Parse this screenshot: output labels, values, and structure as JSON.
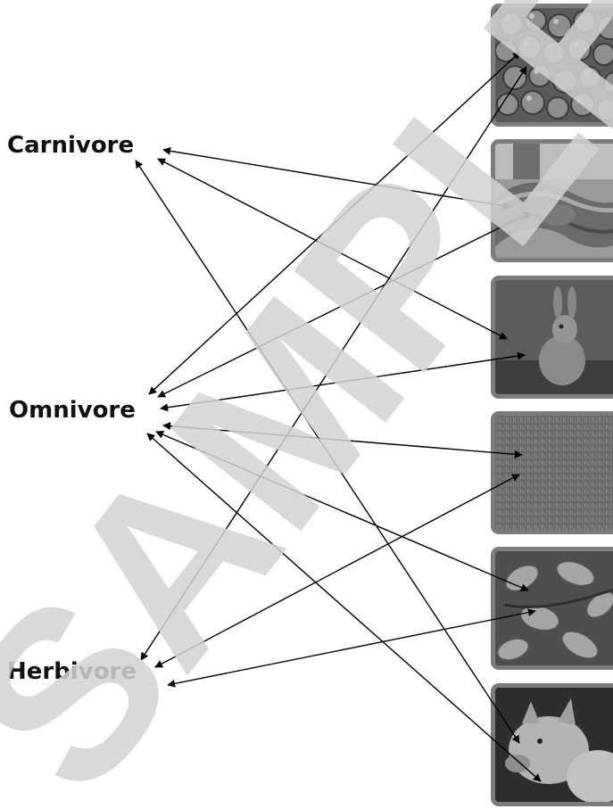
{
  "categories": {
    "carnivore": "Carnivore",
    "omnivore": "Omnivore",
    "herbivore": "Herbivore"
  },
  "watermark": "SAMPLE",
  "images": [
    {
      "id": "berries",
      "icon": "berries-photo"
    },
    {
      "id": "snake",
      "icon": "snake-photo"
    },
    {
      "id": "rabbit",
      "icon": "rabbit-photo"
    },
    {
      "id": "grass",
      "icon": "grass-photo"
    },
    {
      "id": "leaves",
      "icon": "leaves-photo"
    },
    {
      "id": "pigs",
      "icon": "pigs-photo"
    }
  ],
  "connections": [
    [
      "omnivore",
      "berries"
    ],
    [
      "herbivore",
      "berries"
    ],
    [
      "carnivore",
      "snake"
    ],
    [
      "omnivore",
      "snake"
    ],
    [
      "carnivore",
      "rabbit"
    ],
    [
      "omnivore",
      "rabbit"
    ],
    [
      "omnivore",
      "grass"
    ],
    [
      "herbivore",
      "grass"
    ],
    [
      "omnivore",
      "leaves"
    ],
    [
      "herbivore",
      "leaves"
    ],
    [
      "carnivore",
      "pigs"
    ],
    [
      "omnivore",
      "pigs"
    ]
  ],
  "colors": {
    "arrow": "#000000",
    "frame": "#7c7c7c",
    "watermark": "#d2d2d2"
  }
}
